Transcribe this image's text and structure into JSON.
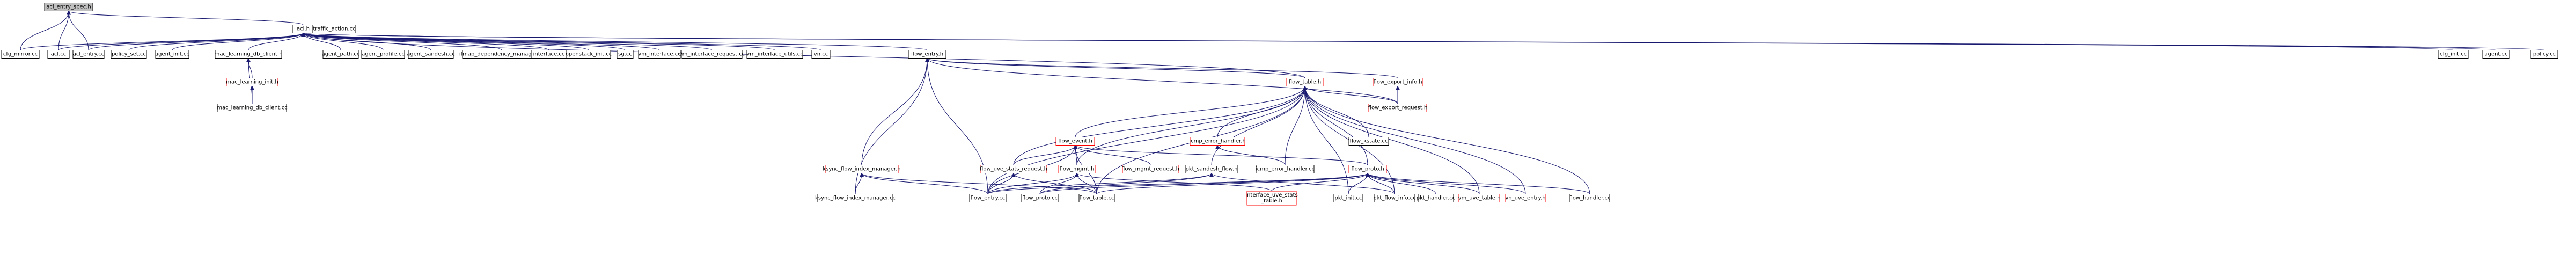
{
  "graph": {
    "colors": {
      "edge": "#191970",
      "focus_fill": "#bfbfbf",
      "box_border": "#000000",
      "undocumented_border": "#ff0000",
      "box_fill": "#ffffff"
    },
    "nodes": [
      {
        "id": "acl_entry_spec",
        "label": "acl_entry_spec.h",
        "style": "focus"
      },
      {
        "id": "acl_h",
        "label": "acl.h",
        "style": "normal"
      },
      {
        "id": "traffic_action",
        "label": "traffic_action.cc",
        "style": "normal"
      },
      {
        "id": "cfg_mirror",
        "label": "cfg_mirror.cc",
        "style": "normal"
      },
      {
        "id": "acl_cc",
        "label": "acl.cc",
        "style": "normal"
      },
      {
        "id": "acl_entry_cc",
        "label": "acl_entry.cc",
        "style": "normal"
      },
      {
        "id": "policy_set",
        "label": "policy_set.cc",
        "style": "normal"
      },
      {
        "id": "agent_init",
        "label": "agent_init.cc",
        "style": "normal"
      },
      {
        "id": "mac_learning_db_client_h",
        "label": "mac_learning_db_client.h",
        "style": "normal"
      },
      {
        "id": "agent_path",
        "label": "agent_path.cc",
        "style": "normal"
      },
      {
        "id": "agent_profile",
        "label": "agent_profile.cc",
        "style": "normal"
      },
      {
        "id": "agent_sandesh",
        "label": "agent_sandesh.cc",
        "style": "normal"
      },
      {
        "id": "ifmap_dep",
        "label": "ifmap_dependency_manager.cc",
        "style": "normal"
      },
      {
        "id": "interface_cc",
        "label": "interface.cc",
        "style": "normal"
      },
      {
        "id": "openstack_init",
        "label": "openstack_init.cc",
        "style": "normal"
      },
      {
        "id": "sg_cc",
        "label": "sg.cc",
        "style": "normal"
      },
      {
        "id": "vm_interface",
        "label": "vm_interface.cc",
        "style": "normal"
      },
      {
        "id": "vm_interface_request",
        "label": "vm_interface_request.cc",
        "style": "normal"
      },
      {
        "id": "vm_interface_utils",
        "label": "vm_interface_utils.cc",
        "style": "normal"
      },
      {
        "id": "vn_cc",
        "label": "vn.cc",
        "style": "normal"
      },
      {
        "id": "flow_entry_h",
        "label": "flow_entry.h",
        "style": "normal"
      },
      {
        "id": "cfg_init",
        "label": "cfg_init.cc",
        "style": "normal"
      },
      {
        "id": "agent_cc",
        "label": "agent.cc",
        "style": "normal"
      },
      {
        "id": "policy_cc",
        "label": "policy.cc",
        "style": "normal"
      },
      {
        "id": "mac_learning_init",
        "label": "mac_learning_init.h",
        "style": "undocumented"
      },
      {
        "id": "mac_learning_db_client_cc",
        "label": "mac_learning_db_client.cc",
        "style": "normal"
      },
      {
        "id": "flow_table_h",
        "label": "flow_table.h",
        "style": "undocumented"
      },
      {
        "id": "flow_export_info_h",
        "label": "flow_export_info.h",
        "style": "undocumented"
      },
      {
        "id": "flow_export_request_h",
        "label": "flow_export_request.h",
        "style": "undocumented"
      },
      {
        "id": "icmp_error_handler_h",
        "label": "icmp_error_handler.h",
        "style": "undocumented"
      },
      {
        "id": "flow_kstate",
        "label": "flow_kstate.cc",
        "style": "normal"
      },
      {
        "id": "flow_event_h",
        "label": "flow_event.h",
        "style": "undocumented"
      },
      {
        "id": "ksync_flow_index_manager_h",
        "label": "ksync_flow_index_manager.h",
        "style": "undocumented"
      },
      {
        "id": "flow_uve_stats_request_h",
        "label": "flow_uve_stats_request.h",
        "style": "undocumented"
      },
      {
        "id": "flow_mgmt_h",
        "label": "flow_mgmt.h",
        "style": "undocumented"
      },
      {
        "id": "flow_mgmt_request_h",
        "label": "flow_mgmt_request.h",
        "style": "undocumented"
      },
      {
        "id": "pkt_sandesh_flow_h",
        "label": "pkt_sandesh_flow.h",
        "style": "normal"
      },
      {
        "id": "icmp_error_handler_cc",
        "label": "icmp_error_handler.cc",
        "style": "normal"
      },
      {
        "id": "flow_proto_h",
        "label": "flow_proto.h",
        "style": "undocumented"
      },
      {
        "id": "ksync_flow_index_manager_cc",
        "label": "ksync_flow_index_manager.cc",
        "style": "normal"
      },
      {
        "id": "flow_entry_cc",
        "label": "flow_entry.cc",
        "style": "normal"
      },
      {
        "id": "flow_proto_cc",
        "label": "flow_proto.cc",
        "style": "normal"
      },
      {
        "id": "flow_table_cc",
        "label": "flow_table.cc",
        "style": "normal"
      },
      {
        "id": "interface_uve_stats_table_h",
        "label": "interface_uve_stats\n_table.h",
        "style": "undocumented"
      },
      {
        "id": "pkt_init",
        "label": "pkt_init.cc",
        "style": "normal"
      },
      {
        "id": "pkt_flow_info",
        "label": "pkt_flow_info.cc",
        "style": "normal"
      },
      {
        "id": "pkt_handler",
        "label": "pkt_handler.cc",
        "style": "normal"
      },
      {
        "id": "vm_uve_table_h",
        "label": "vm_uve_table.h",
        "style": "undocumented"
      },
      {
        "id": "vn_uve_entry_h",
        "label": "vn_uve_entry.h",
        "style": "undocumented"
      },
      {
        "id": "flow_handler",
        "label": "flow_handler.cc",
        "style": "normal"
      }
    ]
  }
}
